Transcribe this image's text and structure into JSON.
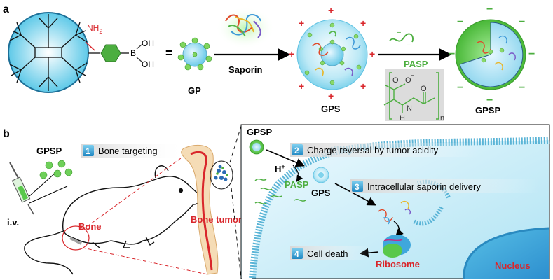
{
  "panel_a": {
    "label": "a",
    "amine_label": "NH",
    "amine_subscript": "2",
    "boronic_oh_top": "OH",
    "boronic_oh_bottom": "OH",
    "boronic_b": "B",
    "equals": "=",
    "gp_label": "GP",
    "saporin_label": "Saporin",
    "gps_label": "GPS",
    "pasp_label": "PASP",
    "gpsp_label": "GPSP",
    "struct_o": "O",
    "struct_o_minus": "O",
    "struct_o2": "O",
    "struct_h": "H",
    "struct_n": "N",
    "struct_sub_n": "n",
    "plus": "+",
    "minus": "−"
  },
  "panel_b": {
    "label": "b",
    "gpsp_left": "GPSP",
    "iv_label": "i.v.",
    "bone_label": "Bone",
    "bone_tumor_label": "Bone tumor",
    "step1_num": "1",
    "step1_text": "Bone targeting",
    "gpsp_cell": "GPSP",
    "step2_num": "2",
    "step2_text": "Charge reversal by tumor acidity",
    "hplus": "H",
    "hplus_sup": "+",
    "pasp_cell": "PASP",
    "gps_cell": "GPS",
    "step3_num": "3",
    "step3_text": "Intracellular saporin delivery",
    "step4_num": "4",
    "step4_text": "Cell death",
    "ribosome_label": "Ribosome",
    "nucleus_label": "Nucleus"
  },
  "colors": {
    "red_text": "#d9262b",
    "green": "#4cae3f",
    "bright_green": "#59c84b",
    "cyan": "#7fd3ec",
    "dark_blue": "#2a6cb4",
    "step_badge": "#38a6d8",
    "step_badge_dark": "#1f7fb3",
    "nucleus": "#2a56a8"
  }
}
